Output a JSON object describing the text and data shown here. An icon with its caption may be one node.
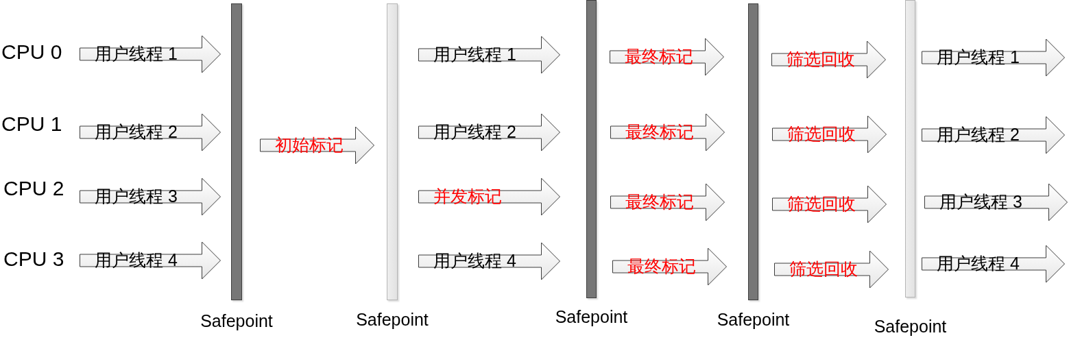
{
  "diagram": {
    "nodes": [
      {
        "text": [
          "CPU 0"
        ]
      },
      {
        "text": [
          "CPU 1"
        ]
      },
      {
        "text": [
          "CPU 2"
        ]
      },
      {
        "text": [
          "CPU 3"
        ]
      },
      {
        "text": [],
        "shape": "bar",
        "beside": [
          "Safepoint"
        ]
      },
      {
        "text": [],
        "shape": "bar",
        "beside": [
          "Safepoint"
        ]
      },
      {
        "text": [],
        "shape": "bar",
        "beside": [
          "Safepoint"
        ]
      },
      {
        "text": [],
        "shape": "bar",
        "beside": [
          "Safepoint"
        ]
      },
      {
        "text": [],
        "shape": "bar",
        "beside": [
          "Safepoint"
        ]
      }
    ],
    "edges": [
      {
        "from": 0,
        "to": 4,
        "arrow": "to",
        "label": "用户线程 1"
      },
      {
        "from": 1,
        "to": 4,
        "arrow": "to",
        "label": "用户线程 2"
      },
      {
        "from": 2,
        "to": 4,
        "arrow": "to",
        "label": "用户线程 3"
      },
      {
        "from": 3,
        "to": 4,
        "arrow": "to",
        "label": "用户线程 4"
      },
      {
        "from": 4,
        "to": 5,
        "arrow": "to",
        "label": "初始标记"
      },
      {
        "from": 5,
        "to": 6,
        "arrow": "to",
        "label": "用户线程 1"
      },
      {
        "from": 5,
        "to": 6,
        "arrow": "to",
        "label": "用户线程 2"
      },
      {
        "from": 5,
        "to": 6,
        "arrow": "to",
        "label": "并发标记"
      },
      {
        "from": 5,
        "to": 6,
        "arrow": "to",
        "label": "用户线程 4"
      },
      {
        "from": 6,
        "to": 7,
        "arrow": "to",
        "label": "最终标记"
      },
      {
        "from": 6,
        "to": 7,
        "arrow": "to",
        "label": "最终标记"
      },
      {
        "from": 6,
        "to": 7,
        "arrow": "to",
        "label": "最终标记"
      },
      {
        "from": 6,
        "to": 7,
        "arrow": "to",
        "label": "最终标记"
      },
      {
        "from": 7,
        "to": 8,
        "arrow": "to",
        "label": "筛选回收"
      },
      {
        "from": 7,
        "to": 8,
        "arrow": "to",
        "label": "筛选回收"
      },
      {
        "from": 7,
        "to": 8,
        "arrow": "to",
        "label": "筛选回收"
      },
      {
        "from": 7,
        "to": 8,
        "arrow": "to",
        "label": "筛选回收"
      },
      {
        "from": 8,
        "to": null,
        "arrow": "to",
        "label": "用户线程 1"
      },
      {
        "from": 8,
        "to": null,
        "arrow": "to",
        "label": "用户线程 2"
      },
      {
        "from": 8,
        "to": null,
        "arrow": "to",
        "label": "用户线程 3"
      },
      {
        "from": 8,
        "to": null,
        "arrow": "to",
        "label": "用户线程 4"
      }
    ]
  }
}
